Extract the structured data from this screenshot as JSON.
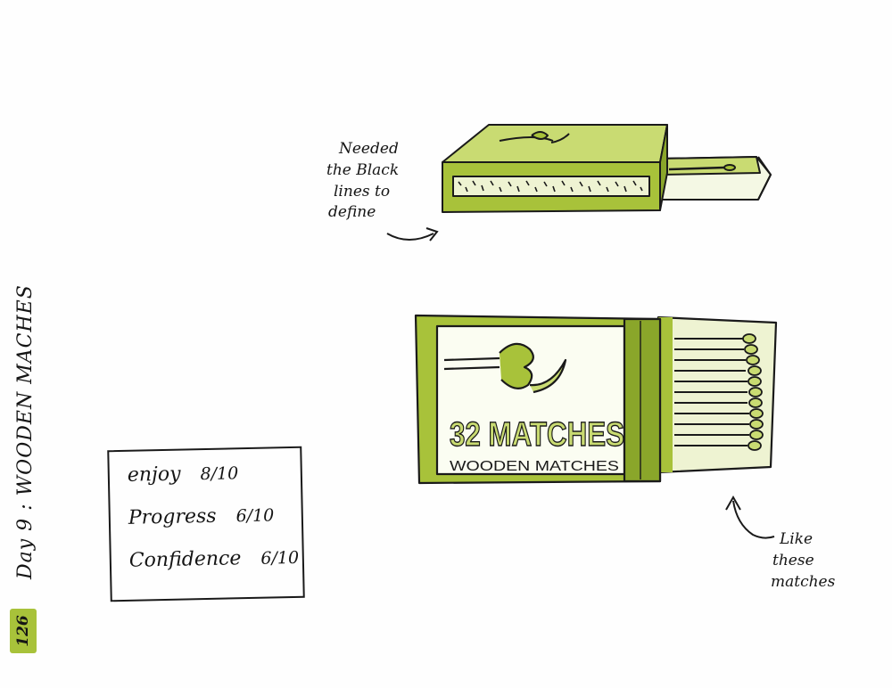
{
  "page": {
    "page_number": "126",
    "day_title": "Day 9 : WOODEN MACHES"
  },
  "ratings": [
    {
      "label": "enjoy",
      "score": "8/10"
    },
    {
      "label": "Progress",
      "score": "6/10"
    },
    {
      "label": "Confidence",
      "score": "6/10"
    }
  ],
  "notes": {
    "top": [
      "Needed",
      "the Black",
      "lines to",
      "define"
    ],
    "bottom": [
      "Like",
      "these",
      "matches"
    ]
  },
  "box_label": {
    "count": "32 MATCHES",
    "sub": "WOODEN MATCHES"
  },
  "colors": {
    "ink": "#1a1a1a",
    "green": "#a8c23a",
    "green_dark": "#8aa62a",
    "green_light": "#c9db72"
  }
}
